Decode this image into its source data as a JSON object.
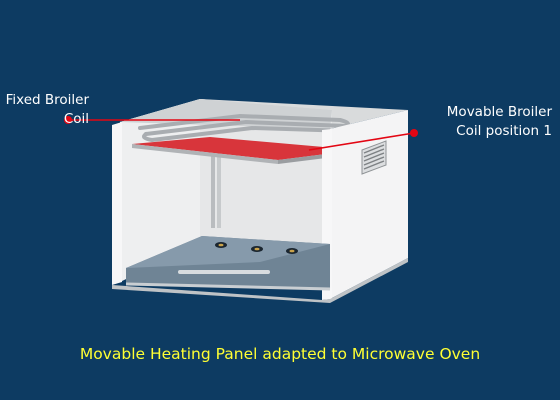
{
  "labels": {
    "fixed_coil": [
      "Fixed Broiler",
      "Coil"
    ],
    "movable_coil": [
      "Movable Broiler",
      "Coil position 1"
    ]
  },
  "caption": "Movable Heating Panel adapted to Microwave Oven",
  "colors": {
    "background": "#0d3b62",
    "leader_line": "#e30613",
    "caption": "#ffff33",
    "heating_panel": "#d8353b"
  }
}
